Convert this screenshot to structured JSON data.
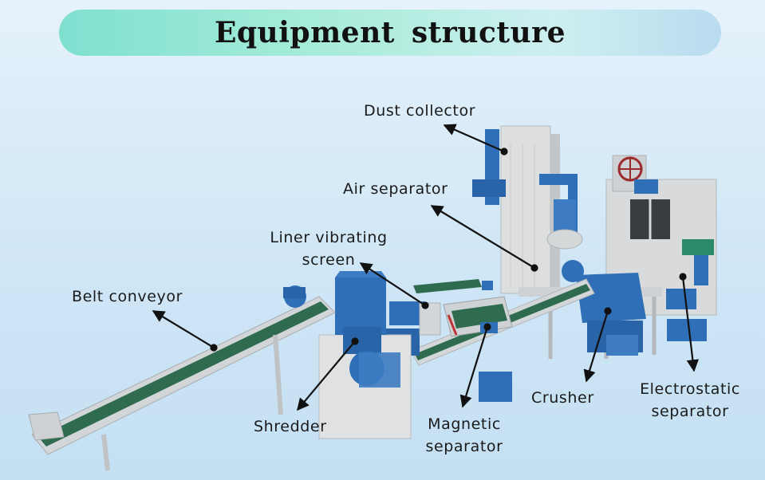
{
  "title": "Equipment  structure",
  "labels": {
    "dust_collector": "Dust collector",
    "air_separator": "Air separator",
    "liner_vibrating_screen_line1": "Liner vibrating",
    "liner_vibrating_screen_line2": "screen",
    "belt_conveyor": "Belt conveyor",
    "shredder": "Shredder",
    "magnetic_separator_line1": "Magnetic",
    "magnetic_separator_line2": "separator",
    "crusher": "Crusher",
    "electrostatic_separator_line1": "Electrostatic",
    "electrostatic_separator_line2": "separator"
  },
  "colors": {
    "machine_blue": "#2f6fb8",
    "frame_gray": "#d7dadb",
    "belt_green": "#2e6b4f",
    "banner_start": "#7fe0cf",
    "banner_end": "#b9dcf0"
  }
}
